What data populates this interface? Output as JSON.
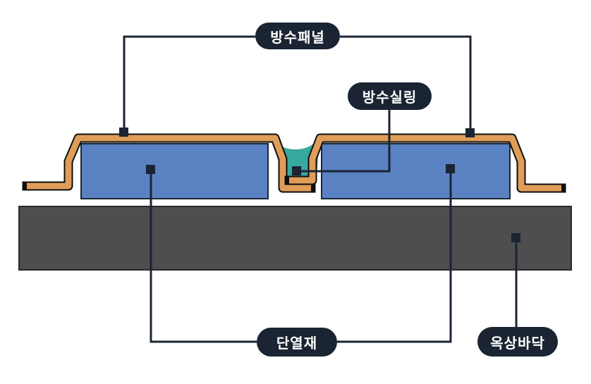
{
  "diagram": {
    "type": "roof-waterproofing-cross-section",
    "labels": {
      "waterproof_panel": "방수패널",
      "waterproof_sealing": "방수실링",
      "insulation": "단열재",
      "rooftop_floor": "옥상바닥"
    },
    "colors": {
      "background": "#FFFFFF",
      "label_pill_bg": "#1A2432",
      "label_text": "#FFFFFF",
      "leader_line": "#1A2432",
      "marker": "#1A2432",
      "panel_orange": "#DF9D59",
      "panel_outline": "#0E0E0E",
      "sealant_teal": "#39A89F",
      "insulation_blue": "#5A82C2",
      "insulation_border": "#1C2733",
      "slab_gray": "#4E4E4E",
      "slab_border": "#2A2A2A"
    }
  }
}
